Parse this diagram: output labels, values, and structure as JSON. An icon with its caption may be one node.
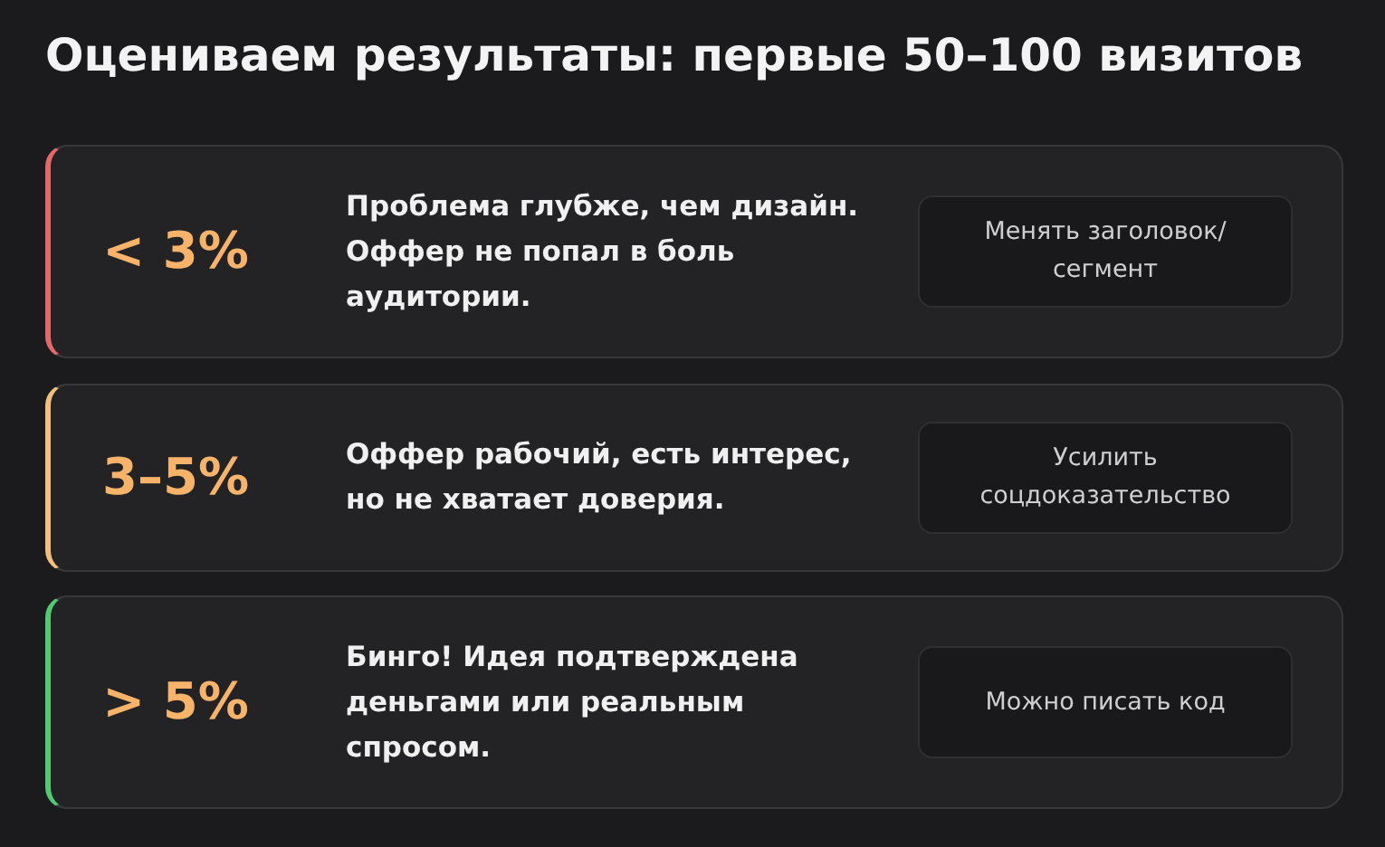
{
  "diagram": {
    "title": "Оцениваем результаты: первые 50–100 визитов",
    "nodes": [
      {
        "text": [
          "< 3%",
          "Проблема глубже, чем дизайн. Оффер не попал в боль аудитории."
        ]
      },
      {
        "text": [
          "Менять заголовок/ сегмент"
        ],
        "in": 0
      },
      {
        "text": [
          "3–5%",
          "Оффер рабочий, есть интерес, но не хватает доверия."
        ]
      },
      {
        "text": [
          "Усилить соцдоказательство"
        ],
        "in": 2
      },
      {
        "text": [
          "> 5%",
          "Бинго! Идея подтверждена деньгами или реальным спросом."
        ]
      },
      {
        "text": [
          "Можно писать код"
        ],
        "in": 4
      }
    ]
  }
}
